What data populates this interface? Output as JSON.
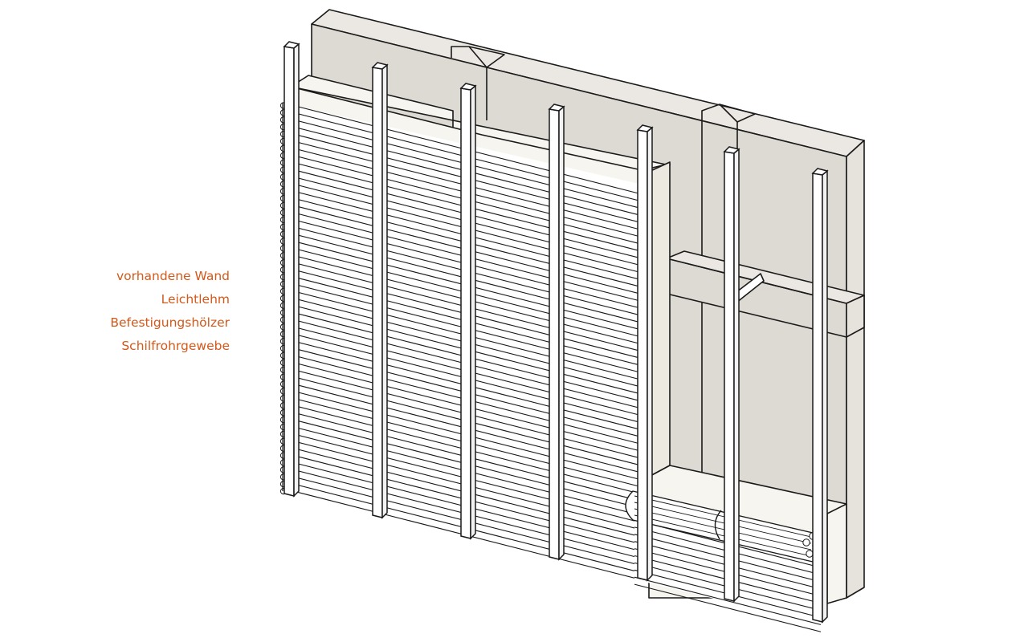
{
  "legend": {
    "items": [
      "vorhandene Wand",
      "Leichtlehm",
      "Befestigungshölzer",
      "Schilfrohrgewebe"
    ]
  },
  "colors": {
    "label": "#d4581a",
    "wall": "#ddd9d3",
    "clay": "#f7f5ef",
    "timber": "#ffffff",
    "reed": "#ffffff",
    "stroke": "#1a1a1a"
  }
}
